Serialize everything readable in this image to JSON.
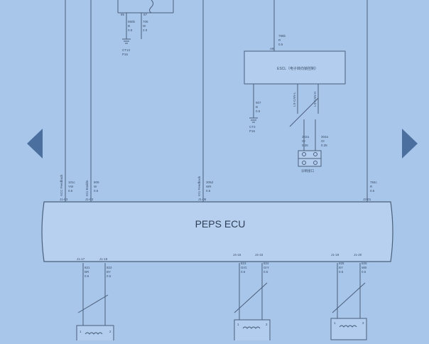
{
  "colors": {
    "background": "#a8c6ea",
    "wire": "#4a5f7a",
    "ecu_fill": "#b7d0ef",
    "text": "#3c4f68",
    "arrow": "#4b6f9f"
  },
  "ecu": {
    "label": "PEPS  ECU",
    "top_pins": [
      "J1-63",
      "J1-03",
      "J1-08",
      "J2-01"
    ],
    "bottom_pins": [
      "J1-17",
      "J1-18",
      "J4-16",
      "J4-15",
      "J1-19",
      "J1-20"
    ]
  },
  "escl": {
    "label": "ESCL（电子转向锁控制）",
    "power_wire": [
      "786b",
      "R",
      "0.5"
    ],
    "pin": "A8"
  },
  "feedback_wires": {
    "acc": {
      "label": "ACC Feedback",
      "code": "101c",
      "color": "YW",
      "gauge": "0.5"
    },
    "ig1": {
      "label": "IG1 Enable",
      "code": "809",
      "color": "W",
      "gauge": "0.5"
    },
    "ig1_fb": {
      "label": "IG1 Feedback",
      "code": "305d",
      "color": "WR",
      "gauge": "0.5"
    },
    "right": {
      "code": "784c",
      "color": "R",
      "gauge": "0.5"
    }
  },
  "relay_top": {
    "pins": [
      "86",
      "87"
    ],
    "wire_a": [
      "960b",
      "B",
      "0.5"
    ],
    "wire_b": [
      "706",
      "W",
      "2.0"
    ],
    "ground": [
      "CT13",
      "P16"
    ]
  },
  "escl_ground": {
    "wire": [
      "907",
      "B",
      "0.5"
    ],
    "ground": [
      "CT3",
      "P16"
    ]
  },
  "can_lines": {
    "labels": [
      "LS-CAN-L",
      "LS-CAN-H"
    ],
    "wire_a": [
      "302a",
      "Gr",
      "0.35"
    ],
    "wire_b": [
      "304a",
      "Or",
      "0.35"
    ],
    "connector": "诊断接口"
  },
  "bottom_wires": {
    "a": [
      "821",
      "BR",
      "0.5"
    ],
    "b": [
      "822",
      "BY",
      "0.5"
    ],
    "c": [
      "823",
      "GrG",
      "0.5"
    ],
    "d": [
      "824",
      "GrY",
      "0.5"
    ],
    "e": [
      "825",
      "BY",
      "0.5"
    ],
    "f": [
      "826",
      "WB",
      "0.5"
    ]
  },
  "coil_pins": [
    "1",
    "2"
  ]
}
